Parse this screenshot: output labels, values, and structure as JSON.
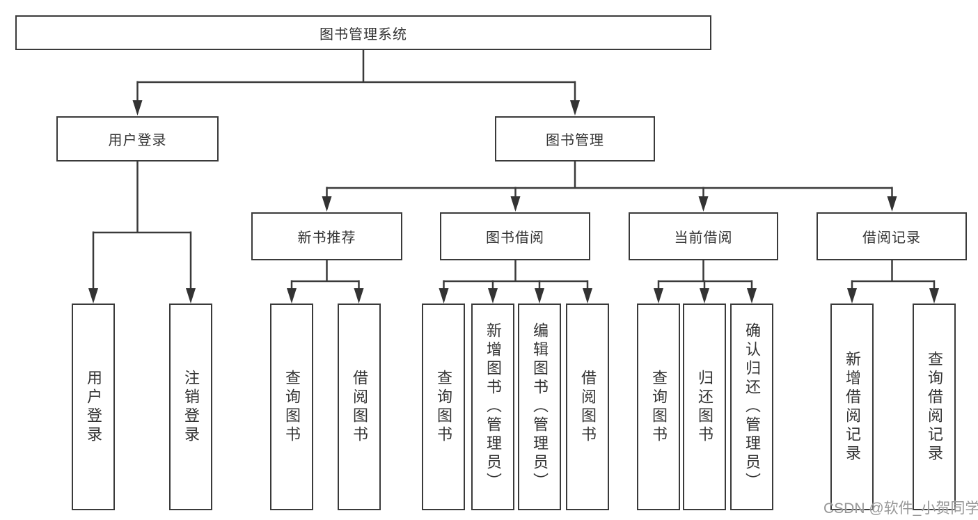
{
  "tree": {
    "label": "图书管理系统",
    "children": [
      {
        "label": "用户登录",
        "children": [
          {
            "label": "用户登录"
          },
          {
            "label": "注销登录"
          }
        ]
      },
      {
        "label": "图书管理",
        "children": [
          {
            "label": "新书推荐",
            "children": [
              {
                "label": "查询图书"
              },
              {
                "label": "借阅图书"
              }
            ]
          },
          {
            "label": "图书借阅",
            "children": [
              {
                "label": "查询图书"
              },
              {
                "label": "新增图书（管理员）"
              },
              {
                "label": "编辑图书（管理员）"
              },
              {
                "label": "借阅图书"
              }
            ]
          },
          {
            "label": "当前借阅",
            "children": [
              {
                "label": "查询图书"
              },
              {
                "label": "归还图书"
              },
              {
                "label": "确认归还（管理员）"
              }
            ]
          },
          {
            "label": "借阅记录",
            "children": [
              {
                "label": "新增借阅记录"
              },
              {
                "label": "查询借阅记录"
              }
            ]
          }
        ]
      }
    ]
  },
  "watermark": "CSDN @软件_小贺同学",
  "colors": {
    "line": "#3a3a3a",
    "text": "#333333",
    "watermark": "#969696",
    "background": "#ffffff"
  }
}
